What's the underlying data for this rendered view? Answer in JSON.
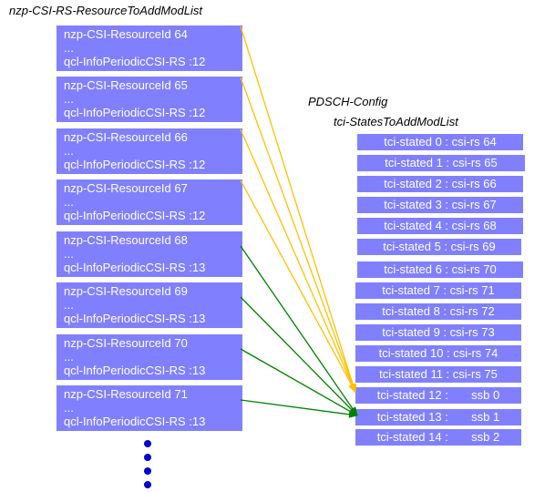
{
  "left_title": "nzp-CSI-RS-ResourceToAddModList",
  "right_title_1": "PDSCH-Config",
  "right_title_2": "tci-StatesToAddModList",
  "resources": [
    {
      "id_line": "nzp-CSI-ResourceId 64",
      "ellipsis": "...",
      "qcl_line": "qcl-InfoPeriodicCSI-RS :12",
      "target": 12,
      "arrow_color": "#ffc000"
    },
    {
      "id_line": "nzp-CSI-ResourceId 65",
      "ellipsis": "...",
      "qcl_line": "qcl-InfoPeriodicCSI-RS :12",
      "target": 12,
      "arrow_color": "#ffc000"
    },
    {
      "id_line": "nzp-CSI-ResourceId 66",
      "ellipsis": "...",
      "qcl_line": "qcl-InfoPeriodicCSI-RS :12",
      "target": 12,
      "arrow_color": "#ffc000"
    },
    {
      "id_line": "nzp-CSI-ResourceId 67",
      "ellipsis": "...",
      "qcl_line": "qcl-InfoPeriodicCSI-RS :12",
      "target": 12,
      "arrow_color": "#ffc000"
    },
    {
      "id_line": "nzp-CSI-ResourceId 68",
      "ellipsis": "...",
      "qcl_line": "qcl-InfoPeriodicCSI-RS :13",
      "target": 13,
      "arrow_color": "#008000"
    },
    {
      "id_line": "nzp-CSI-ResourceId 69",
      "ellipsis": "...",
      "qcl_line": "qcl-InfoPeriodicCSI-RS :13",
      "target": 13,
      "arrow_color": "#008000"
    },
    {
      "id_line": "nzp-CSI-ResourceId 70",
      "ellipsis": "...",
      "qcl_line": "qcl-InfoPeriodicCSI-RS :13",
      "target": 13,
      "arrow_color": "#008000"
    },
    {
      "id_line": "nzp-CSI-ResourceId 71",
      "ellipsis": "...",
      "qcl_line": "qcl-InfoPeriodicCSI-RS :13",
      "target": 13,
      "arrow_color": "#008000"
    }
  ],
  "tci_states": [
    "tci-stated 0 : csi-rs 64",
    "tci-stated 1 : csi-rs 65",
    "tci-stated 2 : csi-rs 66",
    "tci-stated 3 : csi-rs 67",
    "tci-stated 4 : csi-rs 68",
    "tci-stated 5 : csi-rs 69",
    "tci-stated 6 : csi-rs 70",
    "tci-stated 7 : csi-rs 71",
    "tci-stated 8 : csi-rs 72",
    "tci-stated 9 : csi-rs 73",
    "tci-stated 10 : csi-rs 74",
    "tci-stated 11 : csi-rs 75",
    "tci-stated 12 :       ssb 0",
    "tci-stated 13 :       ssb 1",
    "tci-stated 14 :       ssb 2"
  ],
  "colors": {
    "box_fill": "#8080ff",
    "box_text": "#ffffff",
    "arrow_qcl_12": "#ffc000",
    "arrow_qcl_13": "#008000",
    "continuation_dots": "#0000cc"
  },
  "continuation_dot_icons": [
    "dot-icon",
    "dot-icon",
    "dot-icon",
    "dot-icon"
  ]
}
